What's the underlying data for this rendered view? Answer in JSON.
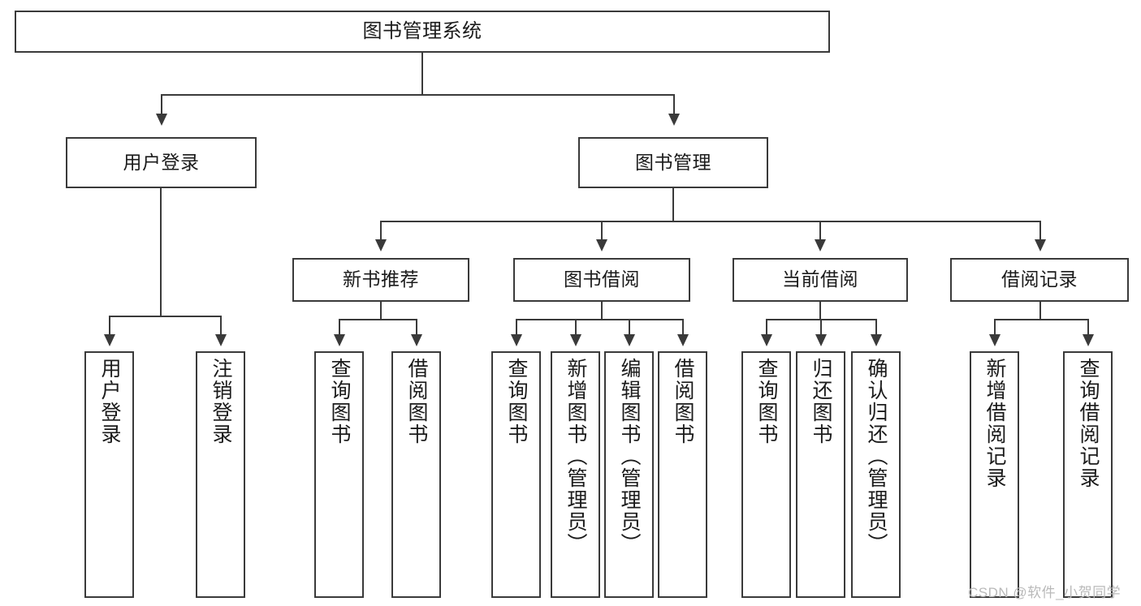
{
  "diagram": {
    "type": "tree-hierarchy-functional-decomposition",
    "title": "图书管理系统",
    "watermark": "CSDN @软件_小贺同学",
    "colors": {
      "stroke": "#3a3a3a",
      "fill": "#ffffff",
      "text": "#1b1b1b",
      "watermark": "#b9b9b9"
    },
    "nodes": {
      "root": {
        "label": "图书管理系统",
        "level": 1
      },
      "level2": [
        {
          "id": "user-login",
          "label": "用户登录"
        },
        {
          "id": "book-manage",
          "label": "图书管理"
        }
      ],
      "level3": [
        {
          "id": "new-book-recommend",
          "label": "新书推荐",
          "parent": "book-manage"
        },
        {
          "id": "book-borrow",
          "label": "图书借阅",
          "parent": "book-manage"
        },
        {
          "id": "current-borrow",
          "label": "当前借阅",
          "parent": "book-manage"
        },
        {
          "id": "borrow-record",
          "label": "借阅记录",
          "parent": "book-manage"
        }
      ],
      "leaves": [
        {
          "id": "leaf-user-login",
          "label": "用户登录",
          "parent": "user-login"
        },
        {
          "id": "leaf-logout-login",
          "label": "注销登录",
          "parent": "user-login"
        },
        {
          "id": "leaf-query-book-1",
          "label": "查询图书",
          "parent": "new-book-recommend"
        },
        {
          "id": "leaf-borrow-book-1",
          "label": "借阅图书",
          "parent": "new-book-recommend"
        },
        {
          "id": "leaf-query-book-2",
          "label": "查询图书",
          "parent": "book-borrow"
        },
        {
          "id": "leaf-add-book",
          "label": "新增图书（管理员）",
          "parent": "book-borrow"
        },
        {
          "id": "leaf-edit-book",
          "label": "编辑图书（管理员）",
          "parent": "book-borrow"
        },
        {
          "id": "leaf-borrow-book-2",
          "label": "借阅图书",
          "parent": "book-borrow"
        },
        {
          "id": "leaf-query-book-3",
          "label": "查询图书",
          "parent": "current-borrow"
        },
        {
          "id": "leaf-return-book",
          "label": "归还图书",
          "parent": "current-borrow"
        },
        {
          "id": "leaf-confirm-return",
          "label": "确认归还（管理员）",
          "parent": "current-borrow"
        },
        {
          "id": "leaf-add-record",
          "label": "新增借阅记录",
          "parent": "borrow-record"
        },
        {
          "id": "leaf-query-record",
          "label": "查询借阅记录",
          "parent": "borrow-record"
        }
      ]
    }
  }
}
